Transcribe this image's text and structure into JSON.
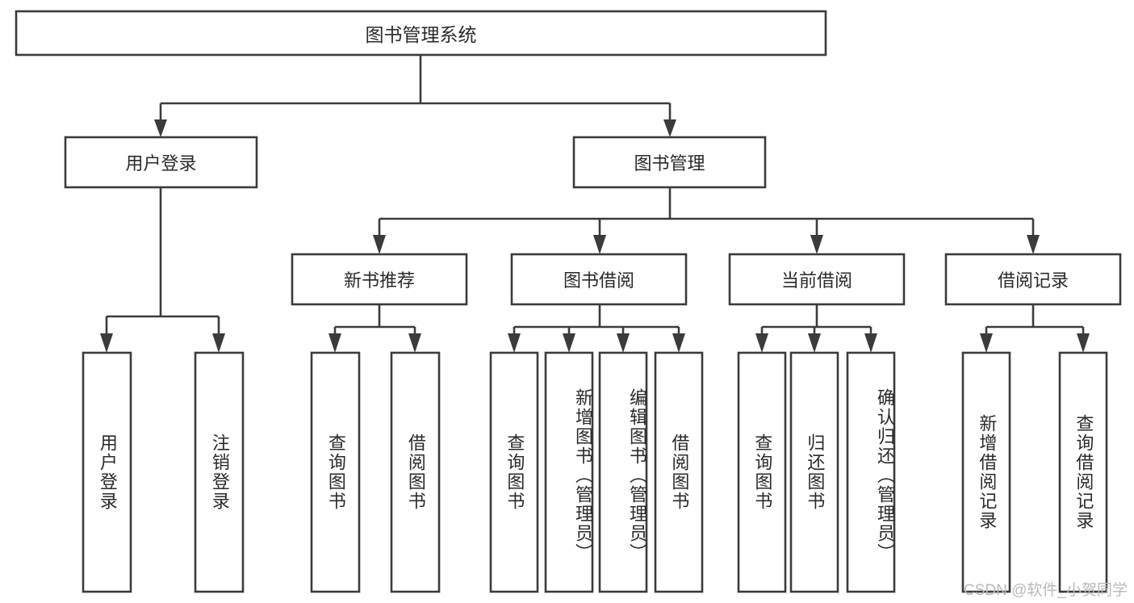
{
  "diagram": {
    "type": "tree",
    "title": "图书管理系统",
    "watermark": "CSDN @软件_小贺同学",
    "root": {
      "label": "图书管理系统"
    },
    "level2": [
      {
        "label": "用户登录"
      },
      {
        "label": "图书管理"
      }
    ],
    "level3": [
      {
        "label": "新书推荐"
      },
      {
        "label": "图书借阅"
      },
      {
        "label": "当前借阅"
      },
      {
        "label": "借阅记录"
      }
    ],
    "leaves": {
      "user_login": [
        {
          "label": "用户登录"
        },
        {
          "label": "注销登录"
        }
      ],
      "new_book": [
        {
          "label": "查询图书"
        },
        {
          "label": "借阅图书"
        }
      ],
      "book_borrow": [
        {
          "label": "查询图书"
        },
        {
          "label": "新增图书（管理员）"
        },
        {
          "label": "编辑图书（管理员）"
        },
        {
          "label": "借阅图书"
        }
      ],
      "current_borrow": [
        {
          "label": "查询图书"
        },
        {
          "label": "归还图书"
        },
        {
          "label": "确认归还（管理员）"
        }
      ],
      "borrow_record": [
        {
          "label": "新增借阅记录"
        },
        {
          "label": "查询借阅记录"
        }
      ]
    },
    "colors": {
      "stroke": "#3b3b3b",
      "fill": "#ffffff",
      "text": "#2a2a2a",
      "watermark": "#b9b9b9"
    }
  }
}
